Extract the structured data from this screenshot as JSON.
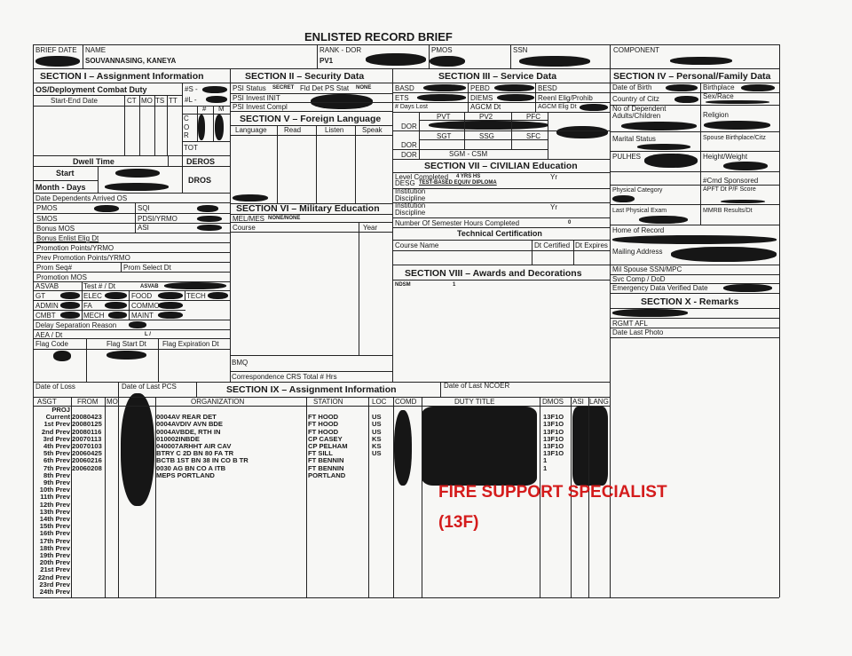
{
  "title": "ENLISTED RECORD BRIEF",
  "header": {
    "brief_date": "BRIEF DATE",
    "name_label": "NAME",
    "name": "SOUVANNASING, KANEYA",
    "rank_label": "RANK - DOR",
    "rank": "PV1",
    "pmos": "PMOS",
    "ssn": "SSN",
    "component": "COMPONENT"
  },
  "s1": {
    "title": "SECTION I  –  Assignment Information",
    "os": "OS/Deployment Combat Duty",
    "start_end": "Start-End Date",
    "ct": "CT",
    "mo": "MO",
    "ts": "TS",
    "tt": "TT",
    "s": "#S -",
    "l": "#L -",
    "num": "#",
    "m": "M",
    "c": "C",
    "o": "O",
    "r": "R",
    "tot": "TOT",
    "dwell": "Dwell Time",
    "deros": "DEROS",
    "start": "Start",
    "dros": "DROS",
    "month_days": "Month - Days",
    "dep": "Date Dependents Arrived OS",
    "pmos": "PMOS",
    "sqi": "SQI",
    "smos": "SMOS",
    "pdsi": "PDSI/YRMO",
    "bonus_mos": "Bonus MOS",
    "asi": "ASI",
    "bonus_enlist": "Bonus Enlist Elig Dt",
    "promo_pts": "Promotion Points/YRMO",
    "prev_promo": "Prev Promotion Points/YRMO",
    "prom_seq": "Prom Seq#",
    "prom_select": "Prom Select Dt",
    "promo_mos": "Promotion MOS",
    "asvab": "ASVAB",
    "test": "Test # / Dt",
    "asvab2": "ASVAB",
    "gt": "GT",
    "elec": "ELEC",
    "food": "FOOD",
    "tech": "TECH",
    "admin": "ADMIN",
    "fa": "FA",
    "commo": "COMMO",
    "cmbt": "CMBT",
    "mech": "MECH",
    "maint": "MAINT",
    "delay": "Delay Separation Reason",
    "aea": "AEA / Dt",
    "aea_val": "L /",
    "flag_code": "Flag Code",
    "flag_start": "Flag Start Dt",
    "flag_exp": "Flag Expiration Dt"
  },
  "s2": {
    "title": "SECTION II  –  Security Data",
    "psi_status": "PSI Status",
    "psi_val": "SECRET",
    "fld": "Fld Det PS Stat",
    "fld_val": "NONE",
    "init": "PSI Invest INIT",
    "compl": "PSI Invest Compl"
  },
  "s5": {
    "title": "SECTION V – Foreign Language",
    "language": "Language",
    "read": "Read",
    "listen": "Listen",
    "speak": "Speak"
  },
  "s6": {
    "title": "SECTION VI  –  Military Education",
    "mel": "MEL/MES",
    "mel_val": "NONE/NONE",
    "course": "Course",
    "year": "Year",
    "bmq": "BMQ",
    "corr": "Correspondence CRS Total # Hrs"
  },
  "s3": {
    "title": "SECTION III  –  Service Data",
    "basd": "BASD",
    "pebd": "PEBD",
    "besd": "BESD",
    "ets": "ETS",
    "diems": "DIEMS",
    "reenl": "Reenl Elig/Prohib",
    "days_lost": "# Days Lost",
    "agcm": "AGCM Dt",
    "agcm_elig": "AGCM Elig Dt",
    "pvt": "PVT",
    "pv2": "PV2",
    "pfc": "PFC",
    "dor": "DOR",
    "sgt": "SGT",
    "ssg": "SSG",
    "sfc": "SFC",
    "sgm": "SGM - CSM"
  },
  "s7": {
    "title": "SECTION VII  –  CIVILIAN Education",
    "level": "Level Completed",
    "level_val": "4 YRS HS",
    "desg": "DESG",
    "desg_val": "TEST-BASED EQUIV DIPLOMA",
    "yr": "Yr",
    "institution": "Institution",
    "discipline": "Discipline",
    "semester": "Number Of Semester Hours Completed",
    "semester_val": "0",
    "tech_cert": "Technical Certification",
    "course_name": "Course Name",
    "dt_cert": "Dt Certified",
    "dt_exp": "Dt Expires"
  },
  "s8": {
    "title": "SECTION VIII  –  Awards and Decorations",
    "award": "NDSM",
    "award_count": "1"
  },
  "s4": {
    "title": "SECTION IV – Personal/Family Data",
    "dob": "Date of Birth",
    "birthplace": "Birthplace",
    "citz": "Country of Citz",
    "sex": "Sex/Race",
    "dependents": "No of Dependent Adults/Children",
    "religion": "Religion",
    "marital": "Marital Status",
    "spouse": "Spouse Birthplace/Citz",
    "pulhes": "PULHES",
    "hw": "Height/Weight",
    "cmd": "#Cmd Sponsored",
    "phys_cat": "Physical Category",
    "apft": "APFT Dt P/F Score",
    "last_phys": "Last Physical Exam",
    "mmrb": "MMRB Results/Dt",
    "home": "Home of Record",
    "mailing": "Mailing Address",
    "mil_spouse": "Mil Spouse SSN/MPC",
    "svc": "Svc Comp / DoD",
    "emergency": "Emergency Data Verified Date"
  },
  "s10": {
    "title": "SECTION X - Remarks",
    "rgmt": "RGMT AFL",
    "photo": "Date Last Photo"
  },
  "s9": {
    "title": "SECTION IX – Assignment Information",
    "date_loss": "Date of Loss",
    "last_pcs": "Date of Last PCS",
    "last_ncoer": "Date of Last NCOER",
    "columns": {
      "asgt": "ASGT",
      "from": "FROM",
      "mo": "MO",
      "org": "ORGANIZATION",
      "station": "STATION",
      "loc": "LOC",
      "comd": "COMD",
      "duty": "DUTY TITLE",
      "dmos": "DMOS",
      "asi": "ASI",
      "lang": "LANG"
    },
    "rows": [
      {
        "asgt": "PROJ",
        "from": "",
        "org": "",
        "station": "",
        "loc": "",
        "dmos": ""
      },
      {
        "asgt": "Current",
        "from": "20080423",
        "org": "0004AV REAR DET",
        "station": "FT HOOD",
        "loc": "US",
        "dmos": "13F1O"
      },
      {
        "asgt": "1st Prev",
        "from": "20080125",
        "org": "0004AVDIV AVN BDE",
        "station": "FT HOOD",
        "loc": "US",
        "dmos": "13F1O"
      },
      {
        "asgt": "2nd Prev",
        "from": "20080116",
        "org": "0004AVBDE, RTH IN",
        "station": "FT HOOD",
        "loc": "US",
        "dmos": "13F1O"
      },
      {
        "asgt": "3rd Prev",
        "from": "20070113",
        "org": "010002INBDE",
        "station": "CP CASEY",
        "loc": "KS",
        "dmos": "13F1O"
      },
      {
        "asgt": "4th Prev",
        "from": "20070103",
        "org": "040007ARHHT AIR CAV",
        "station": "CP PELHAM",
        "loc": "KS",
        "dmos": "13F1O"
      },
      {
        "asgt": "5th Prev",
        "from": "20060425",
        "org": "BTRY C 2D BN 80 FA TR",
        "station": "FT SILL",
        "loc": "US",
        "dmos": "13F1O"
      },
      {
        "asgt": "6th Prev",
        "from": "20060216",
        "org": "BCTB 1ST BN 38 IN CO B TR",
        "station": "FT BENNIN",
        "loc": "",
        "dmos": "1"
      },
      {
        "asgt": "7th Prev",
        "from": "20060208",
        "org": "0030 AG BN CO A ITB",
        "station": "FT BENNIN",
        "loc": "",
        "dmos": "1"
      },
      {
        "asgt": "8th Prev",
        "from": "",
        "org": "MEPS PORTLAND",
        "station": "PORTLAND",
        "loc": "",
        "dmos": ""
      },
      {
        "asgt": "9th Prev"
      },
      {
        "asgt": "10th Prev"
      },
      {
        "asgt": "11th Prev"
      },
      {
        "asgt": "12th Prev"
      },
      {
        "asgt": "13th Prev"
      },
      {
        "asgt": "14th Prev"
      },
      {
        "asgt": "15th Prev"
      },
      {
        "asgt": "16th Prev"
      },
      {
        "asgt": "17th Prev"
      },
      {
        "asgt": "18th Prev"
      },
      {
        "asgt": "19th Prev"
      },
      {
        "asgt": "20th Prev"
      },
      {
        "asgt": "21st Prev"
      },
      {
        "asgt": "22nd Prev"
      },
      {
        "asgt": "23rd Prev"
      },
      {
        "asgt": "24th Prev"
      }
    ]
  },
  "annotation": {
    "line1": "FIRE SUPPORT SPECIALIST",
    "line2": "(13F)",
    "color": "#d41c1c"
  }
}
